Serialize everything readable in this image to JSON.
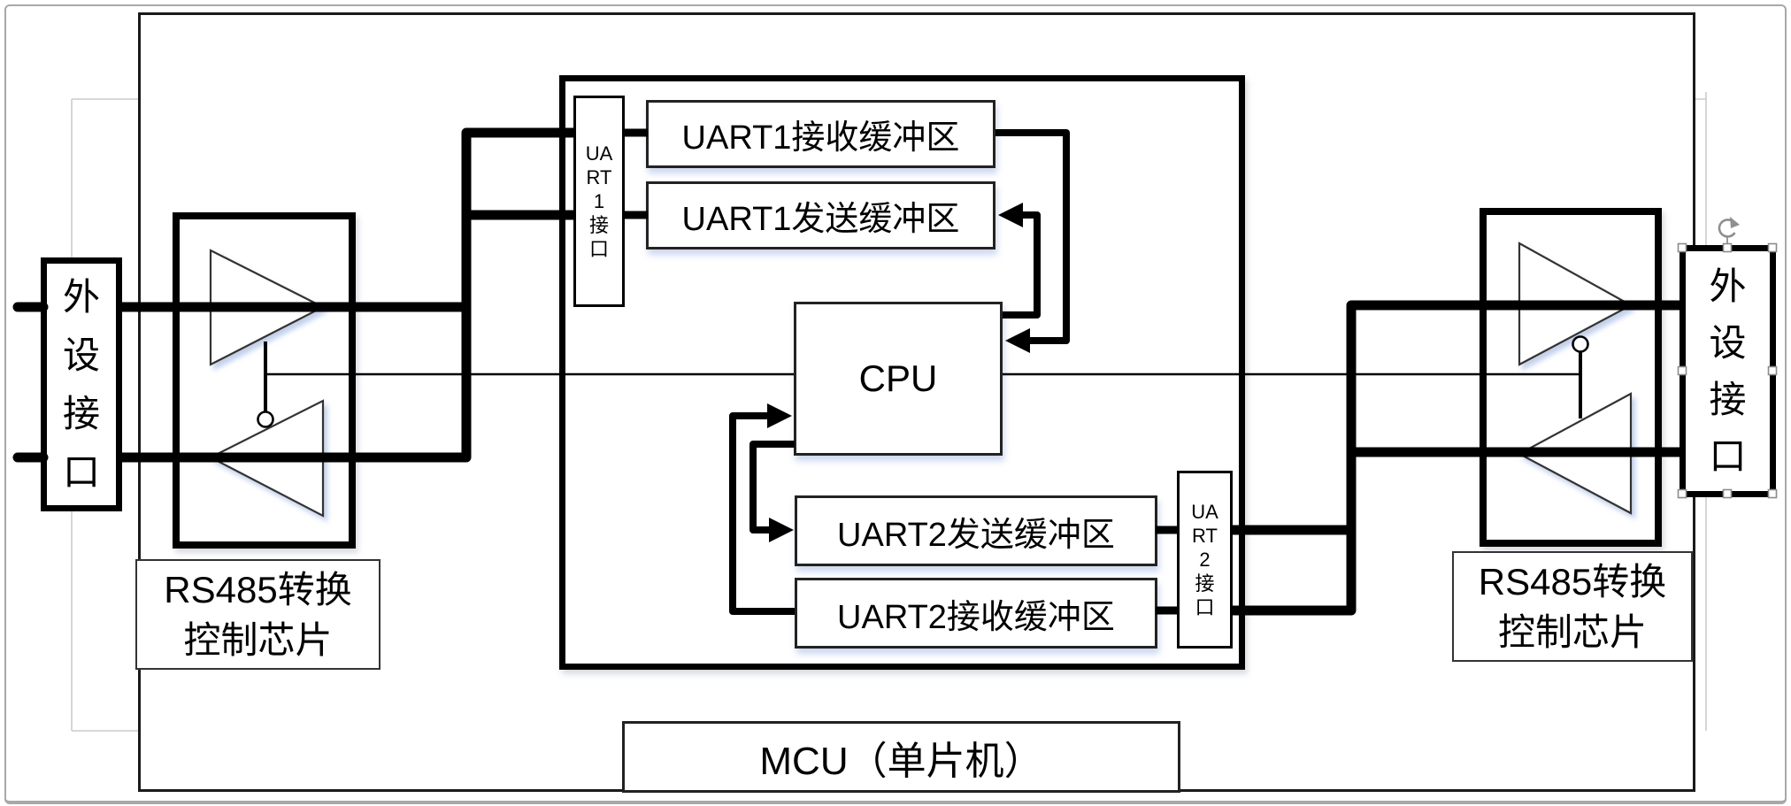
{
  "colors": {
    "ink": "#000000",
    "frame": "#1a1a1a",
    "soft_shadow": "#8ea9db",
    "faint_guide": "#cccccc",
    "selection_handle_border": "#8b8b8b",
    "rotation_handle": "#8f8f8f"
  },
  "left_peripheral": {
    "label": "外\n设\n接\n口"
  },
  "right_peripheral": {
    "label": "外\n设\n接\n口"
  },
  "left_rs485": {
    "label": "RS485转换\n控制芯片"
  },
  "right_rs485": {
    "label": "RS485转换\n控制芯片"
  },
  "uart1_port": {
    "label": "UA\nRT\n1\n接\n口"
  },
  "uart2_port": {
    "label": "UA\nRT\n2\n接\n口"
  },
  "uart1_rx_buffer": {
    "label": "UART1接收缓冲区"
  },
  "uart1_tx_buffer": {
    "label": "UART1发送缓冲区"
  },
  "uart2_tx_buffer": {
    "label": "UART2发送缓冲区"
  },
  "uart2_rx_buffer": {
    "label": "UART2接收缓冲区"
  },
  "cpu": {
    "label": "CPU"
  },
  "mcu": {
    "label": "MCU（单片机）"
  }
}
